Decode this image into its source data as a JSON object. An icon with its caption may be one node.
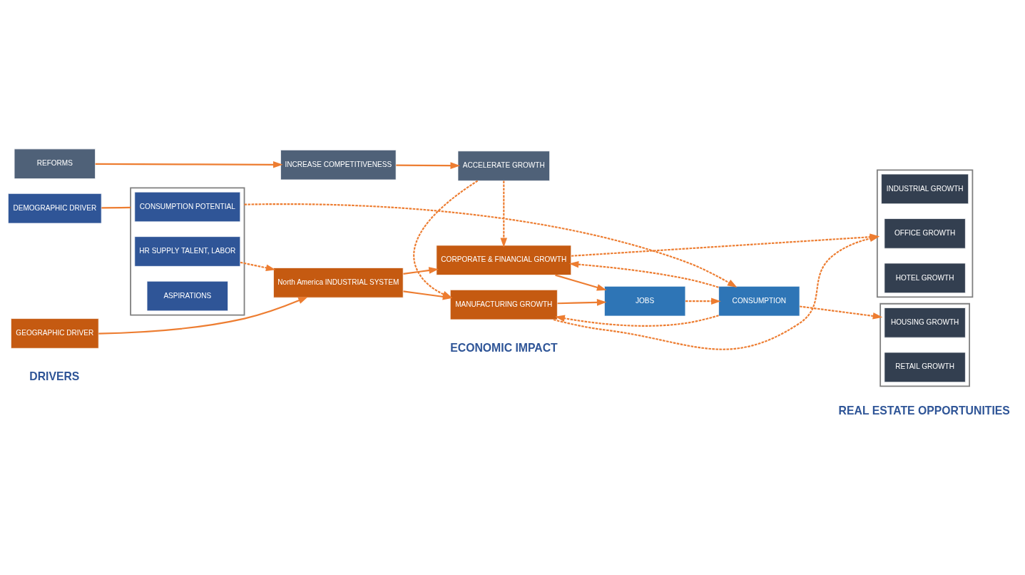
{
  "diagram": {
    "nodes": [
      {
        "text": [
          "REFORMS"
        ]
      },
      {
        "text": [
          "INCREASE COMPETITIVENESS"
        ]
      },
      {
        "text": [
          "ACCELERATE GROWTH"
        ]
      },
      {
        "text": [],
        "shape": "bracket"
      },
      {
        "text": [
          "INDUSTRIAL GROWTH"
        ],
        "in": 3
      },
      {
        "text": [
          "OFFICE GROWTH"
        ],
        "in": 3
      },
      {
        "text": [
          "HOTEL GROWTH"
        ],
        "in": 3
      },
      {
        "text": [
          "GEOGRAPHIC DRIVER"
        ]
      },
      {
        "text": [
          "North America INDUSTRIAL SYSTEM"
        ]
      },
      {
        "text": [
          "MANUFACTURING GROWTH"
        ]
      },
      {
        "text": [
          "CORPORATE & FINANCIAL GROWTH"
        ]
      },
      {
        "text": [
          "JOBS"
        ]
      },
      {
        "text": [],
        "shape": "bracket"
      },
      {
        "text": [
          "HR SUPPLY TALENT, LABOR"
        ],
        "in": 12
      },
      {
        "text": [
          "CONSUMPTION POTENTIAL"
        ],
        "in": 12
      },
      {
        "text": [
          "ASPIRATIONS"
        ],
        "in": 12
      },
      {
        "text": [
          "DEMOGRAPHIC DRIVER"
        ]
      },
      {
        "text": [
          "CONSUMPTION"
        ]
      },
      {
        "text": [],
        "shape": "bracket"
      },
      {
        "text": [
          "HOUSING GROWTH"
        ],
        "in": 18
      },
      {
        "text": [
          "RETAIL GROWTH"
        ],
        "in": 18
      }
    ],
    "edges": [
      {
        "from": 0,
        "to": 1,
        "arrow": "to"
      },
      {
        "from": 1,
        "to": 2,
        "arrow": "to"
      },
      {
        "from": 7,
        "to": 8,
        "arrow": "to"
      },
      {
        "from": 8,
        "to": 9,
        "arrow": "to"
      },
      {
        "from": 8,
        "to": 10,
        "arrow": "to"
      },
      {
        "from": 2,
        "to": 9,
        "arrow": "to",
        "style": "dashed"
      },
      {
        "from": 2,
        "to": 10,
        "arrow": "to",
        "style": "dashed"
      },
      {
        "from": 17,
        "to": 9,
        "arrow": "to",
        "style": "dashed"
      },
      {
        "from": 17,
        "to": 10,
        "arrow": "to",
        "style": "dashed"
      },
      {
        "from": 9,
        "to": 11,
        "arrow": "to"
      },
      {
        "from": 10,
        "to": 11,
        "arrow": "to"
      },
      {
        "from": 9,
        "to": 3,
        "arrow": "to",
        "style": "dashed"
      },
      {
        "from": 10,
        "to": 3,
        "arrow": "to",
        "style": "dashed"
      },
      {
        "from": 13,
        "to": 8,
        "arrow": "to",
        "style": "dashed"
      },
      {
        "from": 16,
        "to": 12,
        "arrow": "none"
      },
      {
        "from": 12,
        "to": 17,
        "arrow": "to",
        "style": "dashed"
      },
      {
        "from": 11,
        "to": 17,
        "arrow": "to",
        "style": "dashed"
      },
      {
        "from": 17,
        "to": 18,
        "arrow": "to",
        "style": "dashed"
      }
    ],
    "labels": [
      "DRIVERS",
      "ECONOMIC IMPACT",
      "REAL ESTATE OPPORTUNITIES"
    ]
  }
}
